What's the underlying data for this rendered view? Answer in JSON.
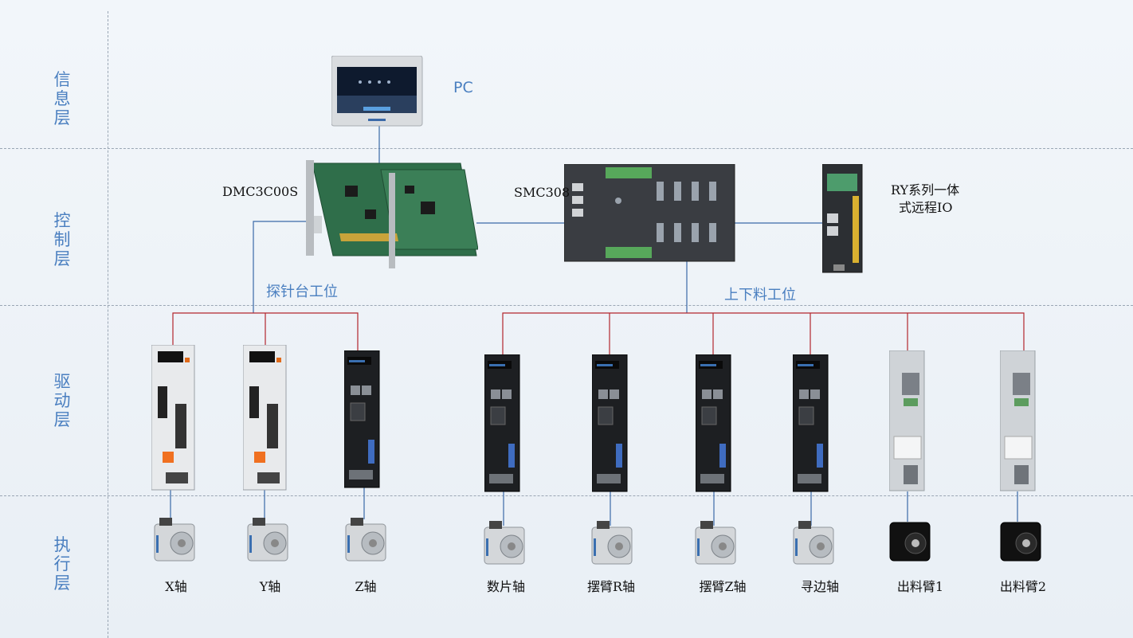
{
  "layers": {
    "info": "信息层",
    "control": "控制层",
    "drive": "驱动层",
    "exec": "执行层"
  },
  "devices": {
    "pc": "PC",
    "dmc": "DMC3C00S",
    "smc": "SMC308",
    "ry": [
      "RY系列一体",
      "式远程IO"
    ]
  },
  "stations": {
    "probe": "探针台工位",
    "load": "上下料工位"
  },
  "axes": [
    "X轴",
    "Y轴",
    "Z轴",
    "数片轴",
    "摆臂R轴",
    "摆臂Z轴",
    "寻边轴",
    "出料臂1",
    "出料臂2"
  ],
  "colors": {
    "label_blue": "#4a7fc0",
    "blue_wire": "#3a69a8",
    "red_wire": "#b3262d"
  }
}
